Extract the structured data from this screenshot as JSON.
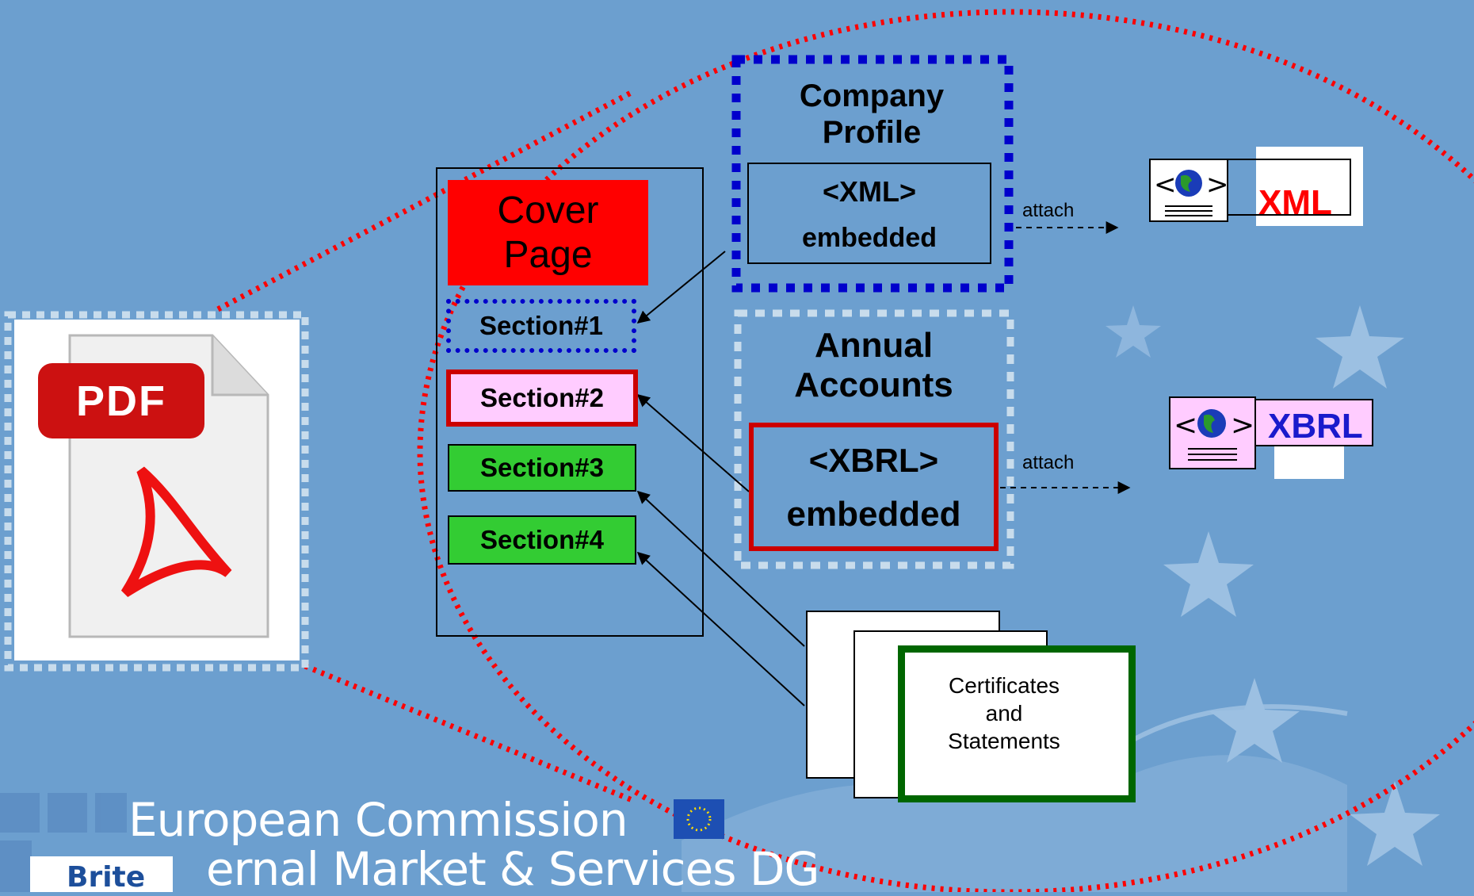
{
  "diagram": {
    "cover_page": "Cover Page",
    "sections": [
      "Section#1",
      "Section#2",
      "Section#3",
      "Section#4"
    ],
    "company_profile": {
      "title": "Company Profile",
      "tag": "<XML>",
      "embedded": "embedded"
    },
    "annual_accounts": {
      "title": "Annual Accounts",
      "tag": "<XBRL>",
      "embedded": "embedded"
    },
    "attach_label": "attach",
    "xml_file_label": "XML",
    "xbrl_file_label": "XBRL",
    "pdf_icon_label": "PDF",
    "certificates": [
      "Certificates",
      "and",
      "Statements"
    ]
  },
  "footer": {
    "org": "European Commission",
    "dg": "ernal Market & Services DG",
    "logo_text": "Brite"
  },
  "colors": {
    "background": "#6c9fcf",
    "cover_red": "#ff0000",
    "section_pink": "#ffccff",
    "section_green": "#33cc33",
    "profile_blue": "#0000cc",
    "accounts_border": "#c8dcec",
    "cert_green": "#006600",
    "xbrl_text": "#1a1acc"
  }
}
